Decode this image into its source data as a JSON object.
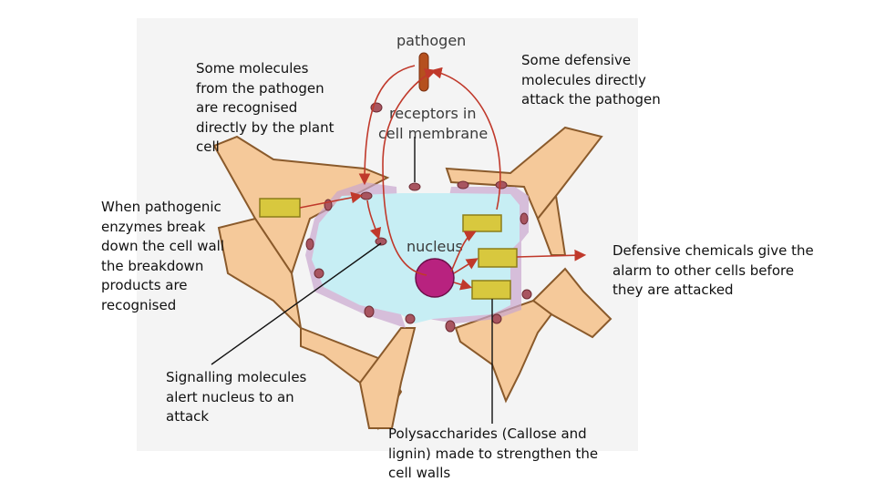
{
  "diagram": {
    "labels": {
      "pathogen": "pathogen",
      "receptors": "receptors in\ncell membrane",
      "nucleus": "nucleus"
    },
    "annotations": {
      "molecules_recognised": "Some molecules\nfrom the pathogen\nare recognised\ndirectly by the plant\ncell",
      "defensive_attack": "Some defensive\nmolecules directly\nattack the pathogen",
      "enzymes": "When pathogenic\nenzymes break\ndown the cell wall\nthe breakdown\nproducts are\nrecognised",
      "alarm": "Defensive chemicals give the\nalarm to other cells before\nthey are attacked",
      "signalling": "Signalling molecules\nalert nucleus to an\nattack",
      "polysaccharides": "Polysaccharides (Callose and\nlignin) made to strengthen the\ncell walls"
    },
    "colors": {
      "cell_wall": "#f5c99a",
      "wall_edge": "#8a5a2b",
      "membrane": "#c9a6cf",
      "cytoplasm": "#c7eef4",
      "nucleus": "#b8227f",
      "molecule_box": "#d8c83e",
      "receptor": "#a85560",
      "arrow": "#c0392b",
      "pathogen": "#b5501e"
    }
  }
}
